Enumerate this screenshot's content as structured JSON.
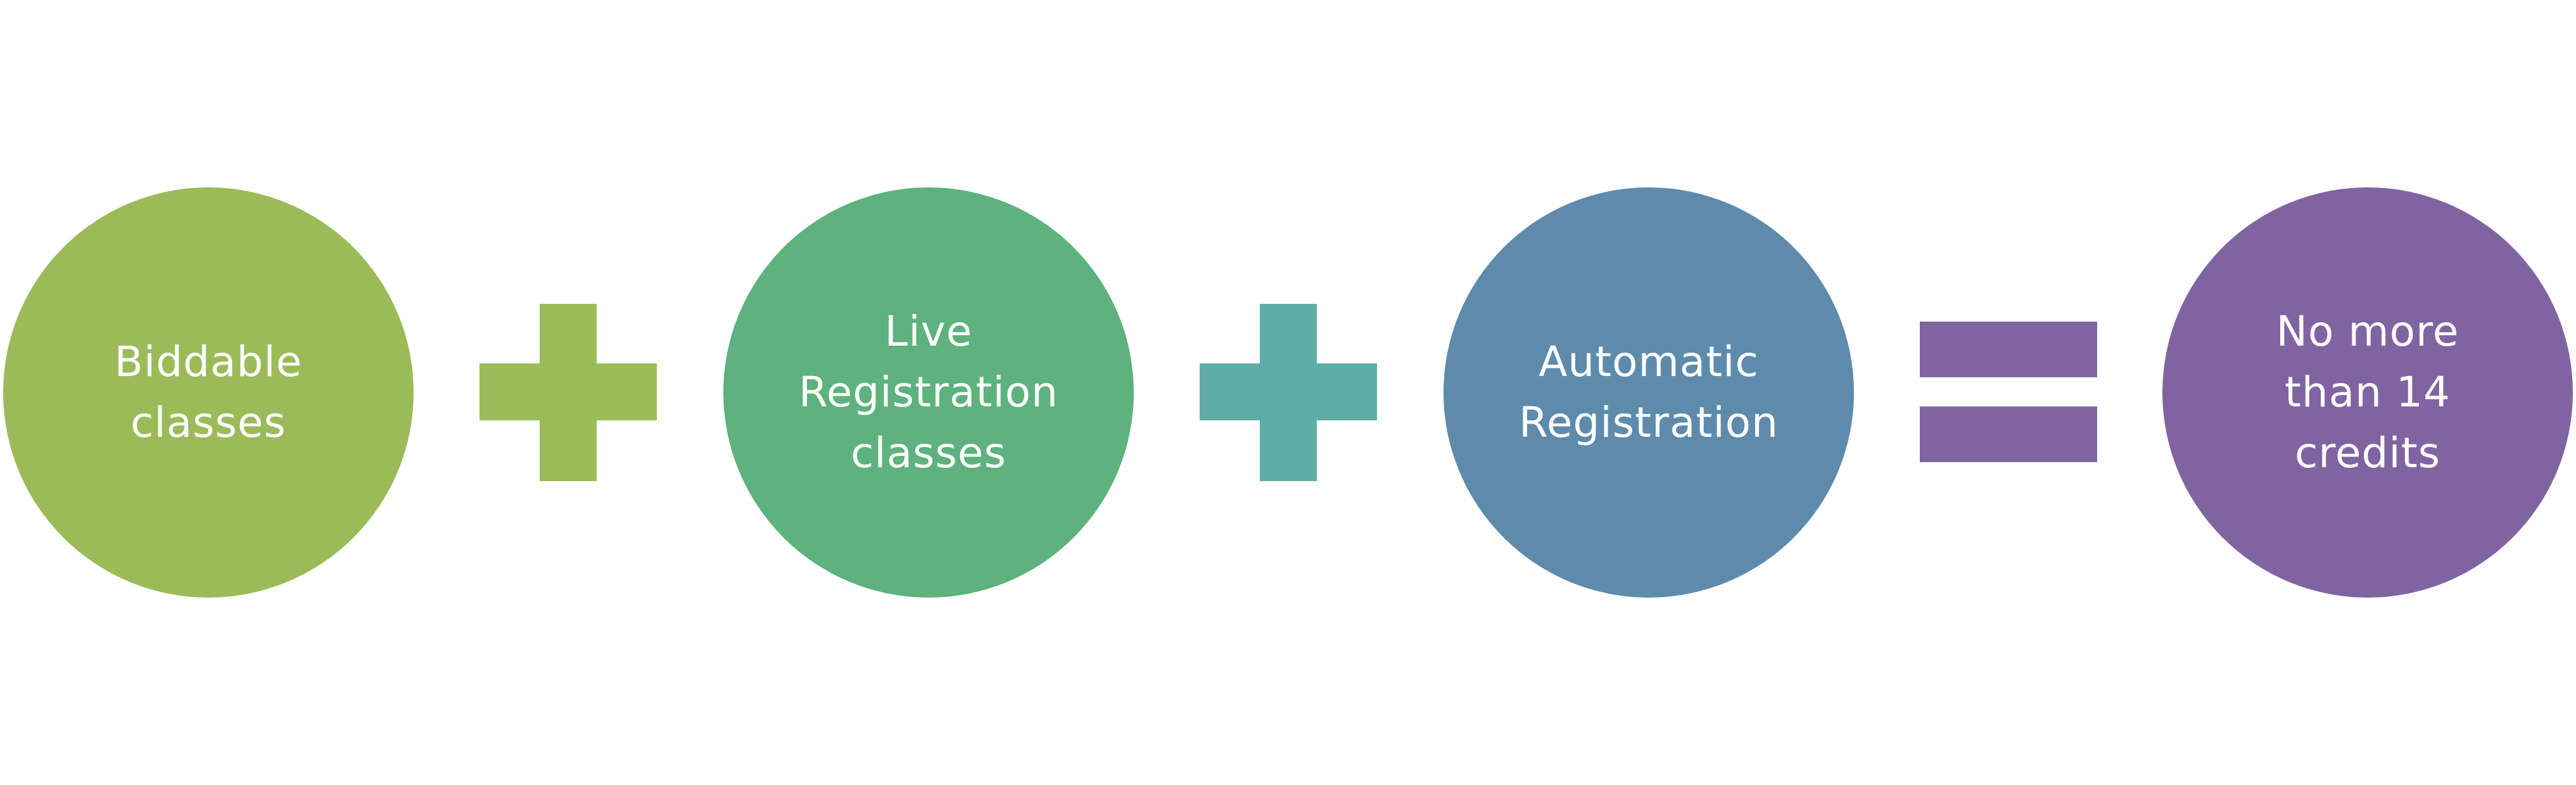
{
  "diagram": {
    "items": [
      {
        "lines": [
          "Biddable",
          "classes"
        ],
        "color": "#9BBB59"
      },
      {
        "lines": [
          "Live",
          "Registration",
          "classes"
        ],
        "color": "#5DB27D"
      },
      {
        "lines": [
          "Automatic",
          "Registration"
        ],
        "color": "#5E8BAC"
      },
      {
        "lines": [
          "No more",
          "than 14",
          "credits"
        ],
        "color": "#8064A2"
      }
    ],
    "operators": [
      {
        "symbol": "plus",
        "color": "#9BBB59"
      },
      {
        "symbol": "plus",
        "color": "#5FAEA6"
      },
      {
        "symbol": "equals",
        "color": "#8064A2"
      }
    ]
  }
}
